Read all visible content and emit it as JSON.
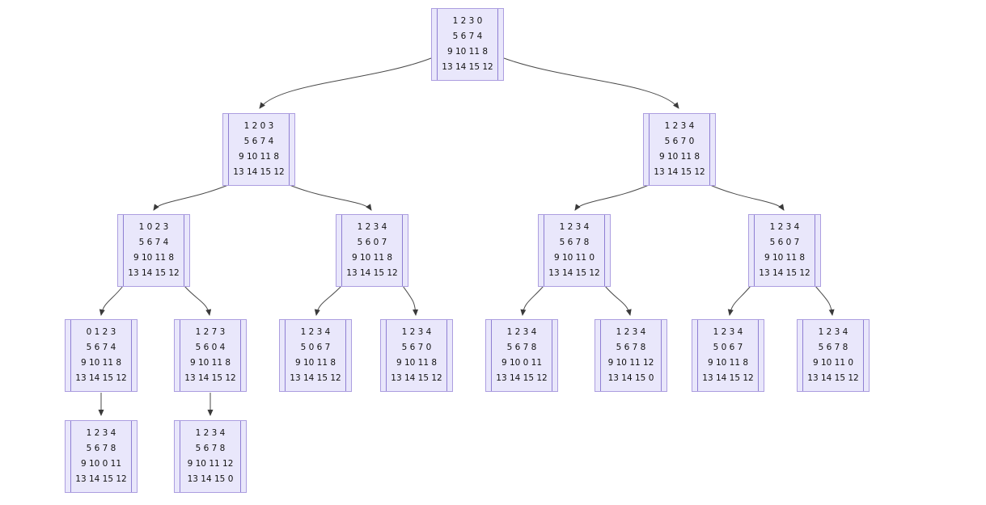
{
  "diagram_type": "puzzle-state-tree",
  "colors": {
    "node_fill": "#e9e7fb",
    "node_border": "#ac9ee0",
    "node_inner_line": "#8f7fd3",
    "edge": "#404040",
    "text": "#111111",
    "background": "#ffffff"
  },
  "nodes": [
    {
      "id": "n0",
      "rows": [
        "1 2 3 0",
        "5 6 7 4",
        "9 10 11 8",
        "13 14 15 12"
      ]
    },
    {
      "id": "n1",
      "rows": [
        "1 2 0 3",
        "5 6 7 4",
        "9 10 11 8",
        "13 14 15 12"
      ]
    },
    {
      "id": "n2",
      "rows": [
        "1 2 3 4",
        "5 6 7 0",
        "9 10 11 8",
        "13 14 15 12"
      ]
    },
    {
      "id": "n3",
      "rows": [
        "1 0 2 3",
        "5 6 7 4",
        "9 10 11 8",
        "13 14 15 12"
      ]
    },
    {
      "id": "n4",
      "rows": [
        "1 2 3 4",
        "5 6 0 7",
        "9 10 11 8",
        "13 14 15 12"
      ]
    },
    {
      "id": "n5",
      "rows": [
        "1 2 3 4",
        "5 6 7 8",
        "9 10 11 0",
        "13 14 15 12"
      ]
    },
    {
      "id": "n6",
      "rows": [
        "1 2 3 4",
        "5 6 0 7",
        "9 10 11 8",
        "13 14 15 12"
      ]
    },
    {
      "id": "n7",
      "rows": [
        "0 1 2 3",
        "5 6 7 4",
        "9 10 11 8",
        "13 14 15 12"
      ]
    },
    {
      "id": "n8",
      "rows": [
        "1 2 7 3",
        "5 6 0 4",
        "9 10 11 8",
        "13 14 15 12"
      ]
    },
    {
      "id": "n9",
      "rows": [
        "1 2 3 4",
        "5 0 6 7",
        "9 10 11 8",
        "13 14 15 12"
      ]
    },
    {
      "id": "n10",
      "rows": [
        "1 2 3 4",
        "5 6 7 0",
        "9 10 11 8",
        "13 14 15 12"
      ]
    },
    {
      "id": "n11",
      "rows": [
        "1 2 3 4",
        "5 6 7 8",
        "9 10 0 11",
        "13 14 15 12"
      ]
    },
    {
      "id": "n12",
      "rows": [
        "1 2 3 4",
        "5 6 7 8",
        "9 10 11 12",
        "13 14 15 0"
      ]
    },
    {
      "id": "n13",
      "rows": [
        "1 2 3 4",
        "5 0 6 7",
        "9 10 11 8",
        "13 14 15 12"
      ]
    },
    {
      "id": "n14",
      "rows": [
        "1 2 3 4",
        "5 6 7 8",
        "9 10 11 0",
        "13 14 15 12"
      ]
    },
    {
      "id": "n15",
      "rows": [
        "1 2 3 4",
        "5 6 7 8",
        "9 10 0 11",
        "13 14 15 12"
      ]
    },
    {
      "id": "n16",
      "rows": [
        "1 2 3 4",
        "5 6 7 8",
        "9 10 11 12",
        "13 14 15 0"
      ]
    }
  ],
  "edges": [
    {
      "from": "n0",
      "to": "n1"
    },
    {
      "from": "n0",
      "to": "n2"
    },
    {
      "from": "n1",
      "to": "n3"
    },
    {
      "from": "n1",
      "to": "n4"
    },
    {
      "from": "n2",
      "to": "n5"
    },
    {
      "from": "n2",
      "to": "n6"
    },
    {
      "from": "n3",
      "to": "n7"
    },
    {
      "from": "n3",
      "to": "n8"
    },
    {
      "from": "n4",
      "to": "n9"
    },
    {
      "from": "n4",
      "to": "n10"
    },
    {
      "from": "n5",
      "to": "n11"
    },
    {
      "from": "n5",
      "to": "n12"
    },
    {
      "from": "n6",
      "to": "n13"
    },
    {
      "from": "n6",
      "to": "n14"
    },
    {
      "from": "n7",
      "to": "n15"
    },
    {
      "from": "n8",
      "to": "n16"
    }
  ]
}
